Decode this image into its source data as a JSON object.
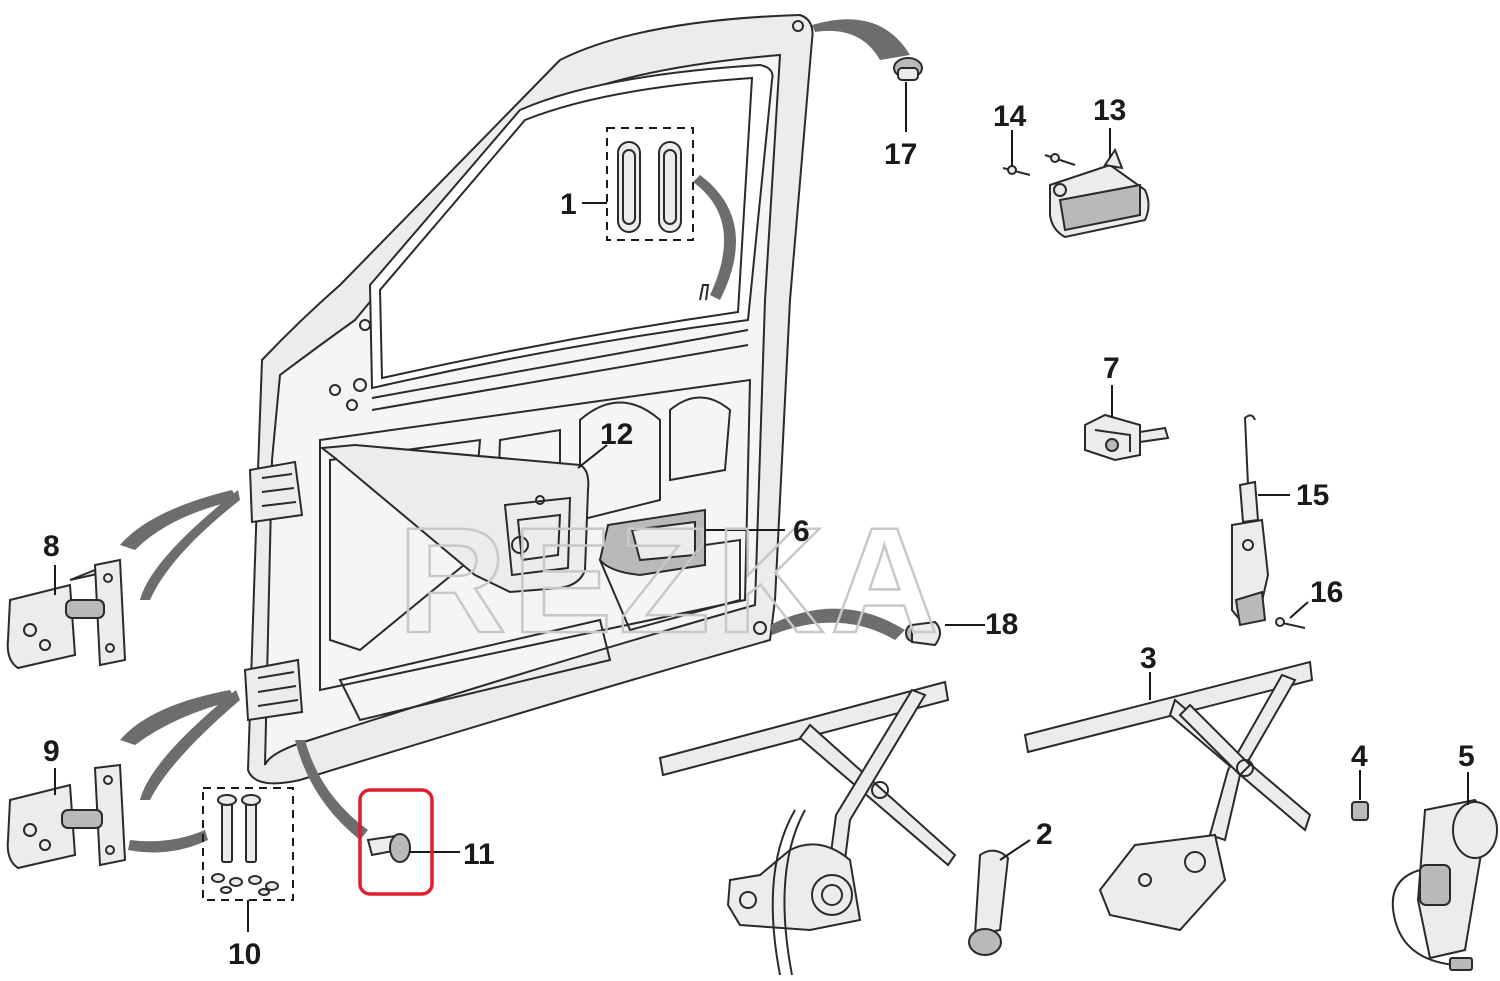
{
  "watermark": "REZKA",
  "highlight_color": "#e01e2b",
  "callouts": [
    {
      "id": "1",
      "label": "1"
    },
    {
      "id": "2",
      "label": "2"
    },
    {
      "id": "3",
      "label": "3"
    },
    {
      "id": "4",
      "label": "4"
    },
    {
      "id": "5",
      "label": "5"
    },
    {
      "id": "6",
      "label": "6"
    },
    {
      "id": "7",
      "label": "7"
    },
    {
      "id": "8",
      "label": "8"
    },
    {
      "id": "9",
      "label": "9"
    },
    {
      "id": "10",
      "label": "10"
    },
    {
      "id": "11",
      "label": "11"
    },
    {
      "id": "12",
      "label": "12"
    },
    {
      "id": "13",
      "label": "13"
    },
    {
      "id": "14",
      "label": "14"
    },
    {
      "id": "15",
      "label": "15"
    },
    {
      "id": "16",
      "label": "16"
    },
    {
      "id": "17",
      "label": "17"
    },
    {
      "id": "18",
      "label": "18"
    }
  ],
  "highlighted_part": "11"
}
